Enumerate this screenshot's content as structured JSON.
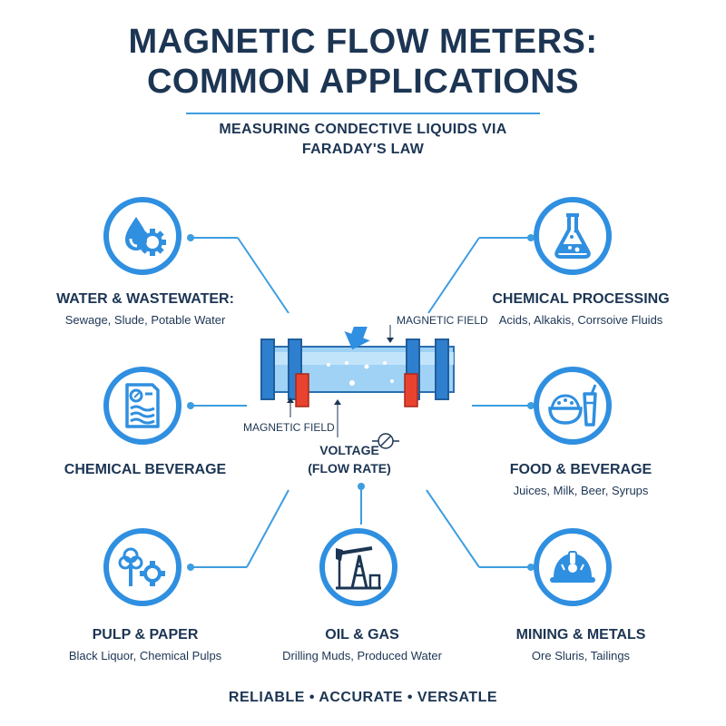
{
  "title": {
    "line1": "MAGNETIC FLOW METERS:",
    "line2": "COMMON APPLICATIONS"
  },
  "subtitle": {
    "line1": "MEASURING CONDECTIVE LIQUIDS VIA",
    "line2": "FARADAY'S LAW"
  },
  "meter": {
    "magnetic_field_top": "MAGNETIC FIELD",
    "magnetic_field_bottom": "MAGNETIC FIELD",
    "voltage_line1": "VOLTAGE",
    "voltage_line2": "(FLOW RATE)"
  },
  "applications": {
    "water": {
      "heading": "WATER & WASTEWATER:",
      "detail": "Sewage, Slude, Potable Water",
      "icon": "water-drop-gear-icon"
    },
    "chemical": {
      "heading": "CHEMICAL PROCESSING",
      "detail": "Acids, Alkakis, Corrsoive Fluids",
      "icon": "flask-icon"
    },
    "chemical_beverage": {
      "heading": "CHEMICAL BEVERAGE",
      "icon": "document-chart-icon"
    },
    "food": {
      "heading": "FOOD & BEVERAGE",
      "detail": "Juices, Milk, Beer, Syrups",
      "icon": "food-bowl-drink-icon"
    },
    "pulp": {
      "heading": "PULP & PAPER",
      "detail": "Black Liquor, Chemical Pulps",
      "icon": "tree-gear-icon"
    },
    "oil": {
      "heading": "OIL & GAS",
      "detail": "Drilling Muds, Produced Water",
      "icon": "oil-pump-icon"
    },
    "mining": {
      "heading": "MINING & METALS",
      "detail": "Ore Sluris, Tailings",
      "icon": "hard-hat-icon"
    }
  },
  "footer": "RELIABLE • ACCURATE • VERSATLE",
  "colors": {
    "accent": "#2f8fe0",
    "dark_text": "#1c3553",
    "magnet_red": "#e8432e",
    "pipe_blue": "#8cc8f0"
  }
}
